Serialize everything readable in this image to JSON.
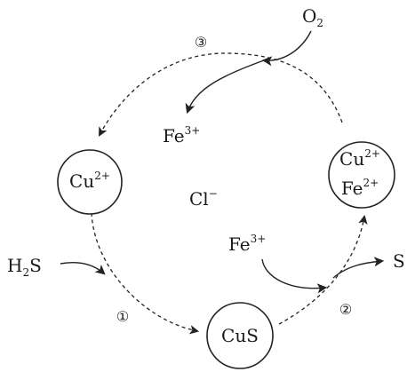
{
  "species": {
    "cu2": {
      "base": "Cu",
      "charge": "2+"
    },
    "cus": {
      "base": "CuS"
    },
    "cu2_fe2": {
      "line1_base": "Cu",
      "line1_charge": "2+",
      "line2_base": "Fe",
      "line2_charge": "2+"
    },
    "fe3_center": {
      "base": "Fe",
      "charge": "3+"
    },
    "fe3_right": {
      "base": "Fe",
      "charge": "3+"
    },
    "cl": {
      "base": "Cl",
      "charge": "−"
    },
    "h2s": {
      "pre": "H",
      "sub": "2",
      "post": "S"
    },
    "o2": {
      "base": "O",
      "sub": "2"
    },
    "s": {
      "base": "S"
    }
  },
  "steps": [
    "①",
    "②",
    "③"
  ]
}
